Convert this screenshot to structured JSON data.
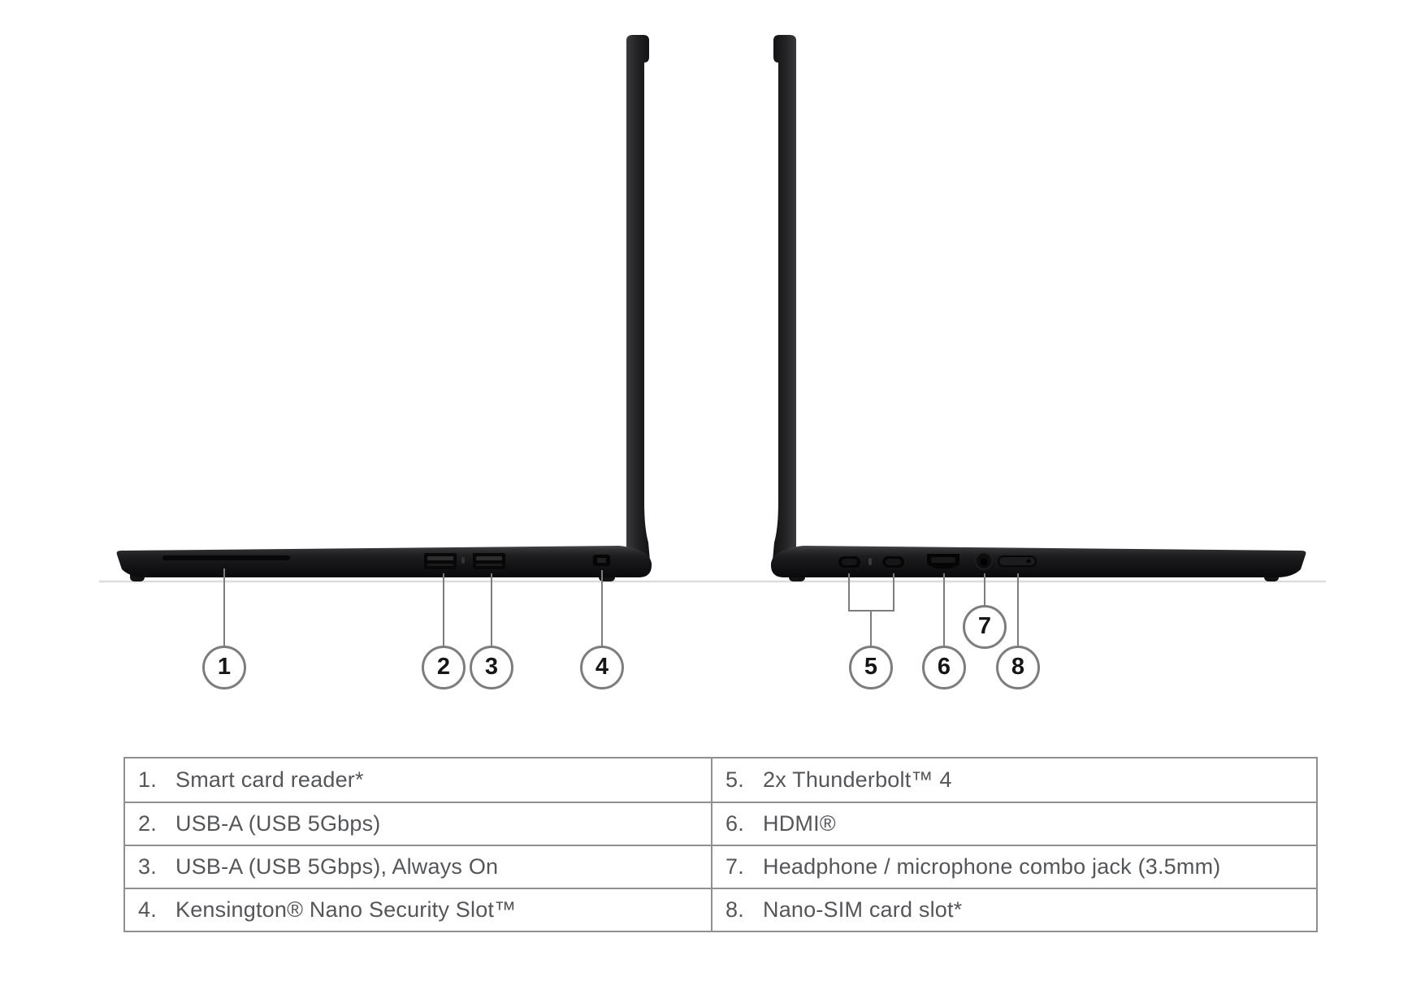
{
  "ports": [
    {
      "id": "1",
      "table_number": "1.",
      "label": "Smart card reader*"
    },
    {
      "id": "2",
      "table_number": "2.",
      "label": "USB-A (USB 5Gbps)"
    },
    {
      "id": "3",
      "table_number": "3.",
      "label": "USB-A (USB 5Gbps), Always On"
    },
    {
      "id": "4",
      "table_number": "4.",
      "label": "Kensington® Nano Security Slot™"
    },
    {
      "id": "5",
      "table_number": "5.",
      "label": "2x Thunderbolt™ 4"
    },
    {
      "id": "6",
      "table_number": "6.",
      "label": "HDMI®"
    },
    {
      "id": "7",
      "table_number": "7.",
      "label": "Headphone / microphone combo jack (3.5mm)"
    },
    {
      "id": "8",
      "table_number": "8.",
      "label": "Nano-SIM card slot*"
    }
  ],
  "colors": {
    "background": "#ffffff",
    "laptop_body_dark": "#131315",
    "laptop_body_light": "#3a3a3c",
    "callout_line": "#7d7d7d",
    "table_border": "#8e9092",
    "table_text": "#54565a",
    "ground_line": "#dcdcdc"
  }
}
